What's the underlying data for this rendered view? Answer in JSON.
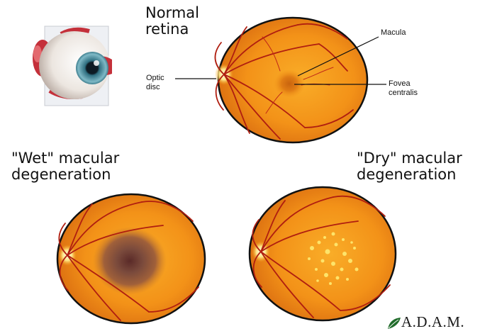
{
  "panels": {
    "normal": {
      "title_line1": "Normal",
      "title_line2": "retina"
    },
    "wet": {
      "title_line1": "\"Wet\" macular",
      "title_line2": "degeneration"
    },
    "dry": {
      "title_line1": "\"Dry\" macular",
      "title_line2": "degeneration"
    }
  },
  "labels": {
    "macula": "Macula",
    "optic_disc_line1": "Optic",
    "optic_disc_line2": "disc",
    "fovea_line1": "Fovea",
    "fovea_line2": "centralis"
  },
  "brand": {
    "text": "A.D.A.M.",
    "icon": "leaf-icon"
  },
  "colors": {
    "retina_center": "#f6a21c",
    "retina_edge": "#d86a10",
    "vessel": "#b01e10",
    "outline": "#111111",
    "wet_lesion": "#7a4a3c",
    "dry_drusen": "#fde46a"
  }
}
